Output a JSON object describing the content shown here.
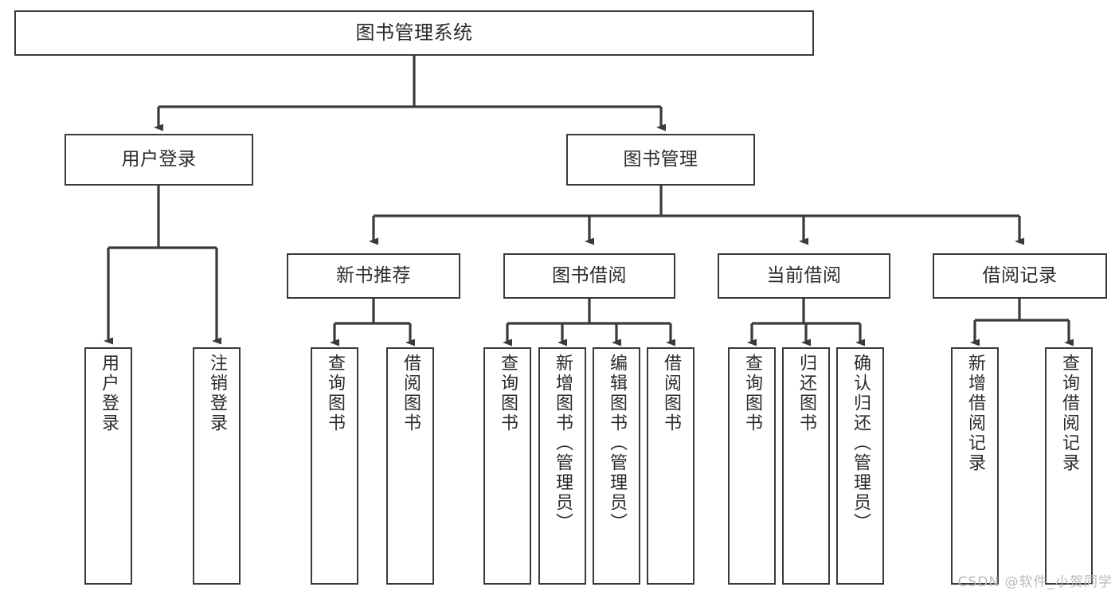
{
  "diagram": {
    "title": "图书管理系统",
    "type": "tree-hierarchy-chart",
    "watermark": "CSDN @软件_小贺同学",
    "colors": {
      "box_border": "#3a3a3a",
      "box_fill": "#ffffff",
      "connector": "#3a3a3a",
      "text": "#2b2b2b",
      "watermark": "#b9b9b9",
      "background": "#ffffff"
    },
    "nodes": {
      "root": {
        "label": "图书管理系统",
        "orientation": "horizontal"
      },
      "level2": [
        {
          "id": "user-login",
          "label": "用户登录",
          "orientation": "horizontal"
        },
        {
          "id": "book-manage",
          "label": "图书管理",
          "orientation": "horizontal"
        }
      ],
      "level3": [
        {
          "id": "new-book-recommend",
          "label": "新书推荐",
          "orientation": "horizontal"
        },
        {
          "id": "book-borrow",
          "label": "图书借阅",
          "orientation": "horizontal"
        },
        {
          "id": "current-borrow",
          "label": "当前借阅",
          "orientation": "horizontal"
        },
        {
          "id": "borrow-record",
          "label": "借阅记录",
          "orientation": "horizontal"
        }
      ],
      "leaves": [
        {
          "id": "leaf-user-login",
          "label": "用户登录",
          "parent": "user-login",
          "orientation": "vertical"
        },
        {
          "id": "leaf-logout-login",
          "label": "注销登录",
          "parent": "user-login",
          "orientation": "vertical"
        },
        {
          "id": "leaf-query-book-1",
          "label": "查询图书",
          "parent": "new-book-recommend",
          "orientation": "vertical"
        },
        {
          "id": "leaf-borrow-book-1",
          "label": "借阅图书",
          "parent": "new-book-recommend",
          "orientation": "vertical"
        },
        {
          "id": "leaf-query-book-2",
          "label": "查询图书",
          "parent": "book-borrow",
          "orientation": "vertical"
        },
        {
          "id": "leaf-add-book",
          "label": "新增图书（管理员）",
          "parent": "book-borrow",
          "orientation": "vertical"
        },
        {
          "id": "leaf-edit-book",
          "label": "编辑图书（管理员）",
          "parent": "book-borrow",
          "orientation": "vertical"
        },
        {
          "id": "leaf-borrow-book-2",
          "label": "借阅图书",
          "parent": "book-borrow",
          "orientation": "vertical"
        },
        {
          "id": "leaf-query-book-3",
          "label": "查询图书",
          "parent": "current-borrow",
          "orientation": "vertical"
        },
        {
          "id": "leaf-return-book",
          "label": "归还图书",
          "parent": "current-borrow",
          "orientation": "vertical"
        },
        {
          "id": "leaf-confirm-return",
          "label": "确认归还（管理员）",
          "parent": "current-borrow",
          "orientation": "vertical"
        },
        {
          "id": "leaf-add-record",
          "label": "新增借阅记录",
          "parent": "borrow-record",
          "orientation": "vertical"
        },
        {
          "id": "leaf-query-record",
          "label": "查询借阅记录",
          "parent": "borrow-record",
          "orientation": "vertical"
        }
      ]
    }
  }
}
